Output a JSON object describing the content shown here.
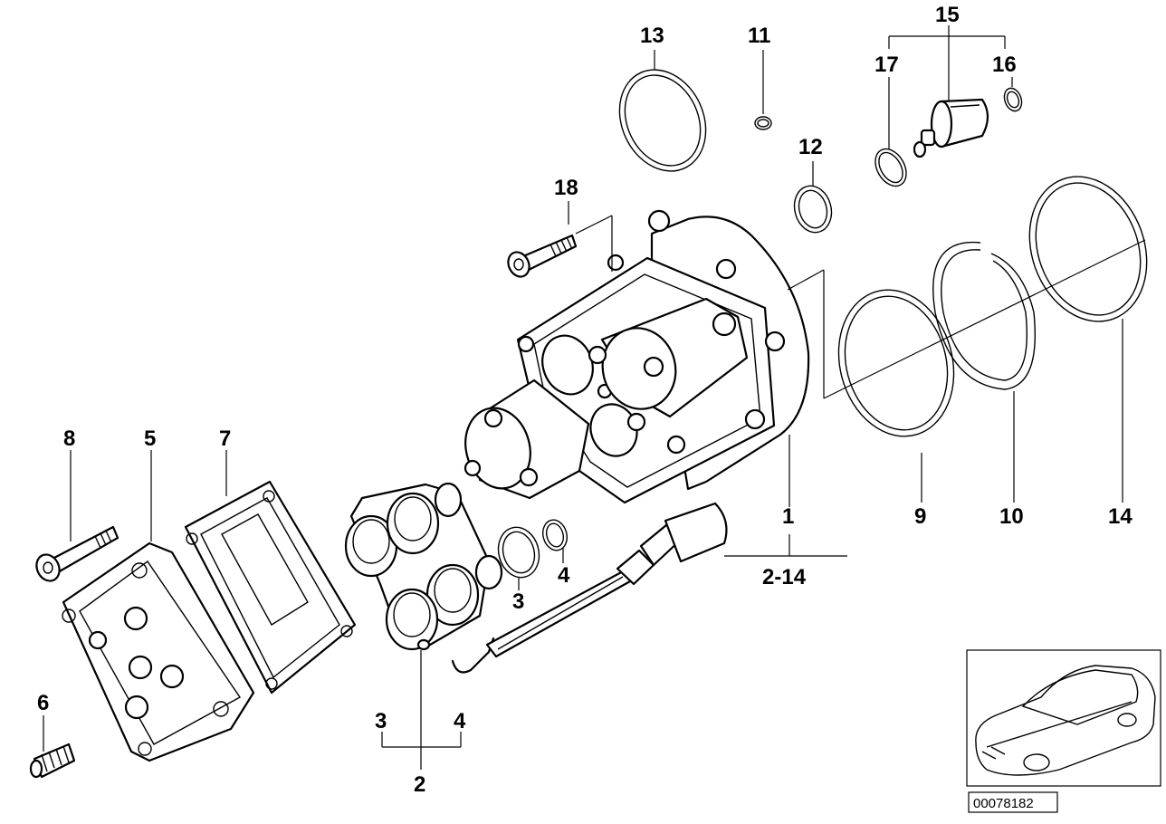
{
  "callouts": {
    "c13": "13",
    "c11": "11",
    "c15": "15",
    "c17": "17",
    "c16": "16",
    "c12": "12",
    "c18": "18",
    "c8": "8",
    "c5": "5",
    "c7": "7",
    "c1": "1",
    "c9": "9",
    "c10": "10",
    "c14": "14",
    "c2_14": "2-14",
    "c3a": "3",
    "c4a": "4",
    "c6": "6",
    "c3b": "3",
    "c4b": "4",
    "c2": "2"
  },
  "reference_code": "00078182"
}
